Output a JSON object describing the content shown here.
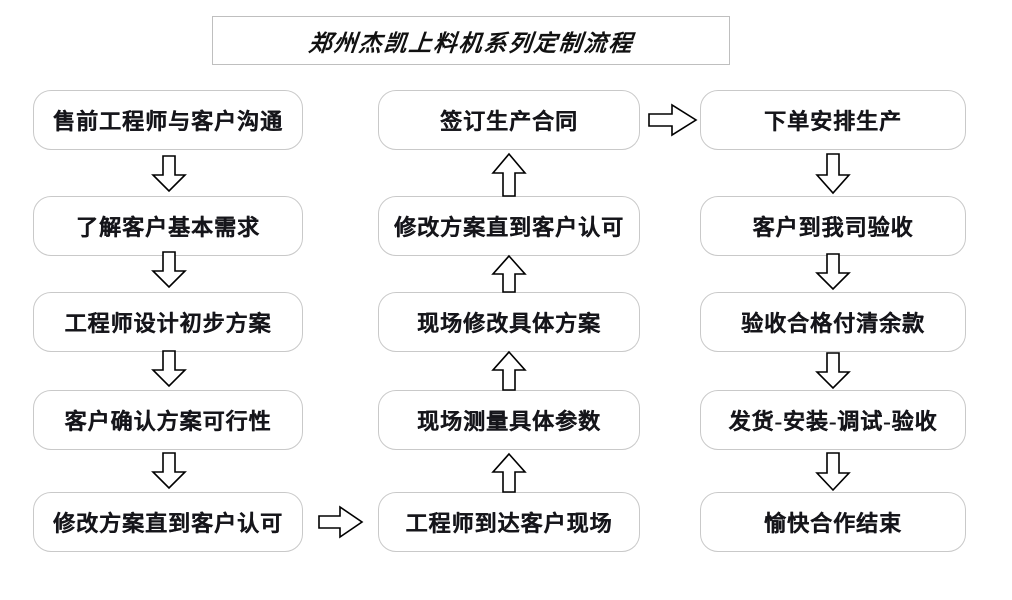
{
  "title": {
    "text": "郑州杰凯上料机系列定制流程"
  },
  "flow": {
    "columns": [
      {
        "name": "pre-sales-column",
        "direction": "top-to-bottom",
        "nodes": [
          {
            "id": "c1n1",
            "label": "售前工程师与客户沟通"
          },
          {
            "id": "c1n2",
            "label": "了解客户基本需求"
          },
          {
            "id": "c1n3",
            "label": "工程师设计初步方案"
          },
          {
            "id": "c1n4",
            "label": "客户确认方案可行性"
          },
          {
            "id": "c1n5",
            "label": "修改方案直到客户认可"
          }
        ]
      },
      {
        "name": "on-site-column",
        "direction": "bottom-to-top",
        "nodes": [
          {
            "id": "c2n1",
            "label": "签订生产合同"
          },
          {
            "id": "c2n2",
            "label": "修改方案直到客户认可"
          },
          {
            "id": "c2n3",
            "label": "现场修改具体方案"
          },
          {
            "id": "c2n4",
            "label": "现场测量具体参数"
          },
          {
            "id": "c2n5",
            "label": "工程师到达客户现场"
          }
        ]
      },
      {
        "name": "production-column",
        "direction": "top-to-bottom",
        "nodes": [
          {
            "id": "c3n1",
            "label": "下单安排生产"
          },
          {
            "id": "c3n2",
            "label": "客户到我司验收"
          },
          {
            "id": "c3n3",
            "label": "验收合格付清余款"
          },
          {
            "id": "c3n4",
            "label": "发货-安装-调试-验收"
          },
          {
            "id": "c3n5",
            "label": "愉快合作结束"
          }
        ]
      }
    ],
    "connectors": [
      {
        "id": "a1",
        "icon": "arrow-down-icon",
        "from": "c1n1",
        "to": "c1n2"
      },
      {
        "id": "a2",
        "icon": "arrow-down-icon",
        "from": "c1n2",
        "to": "c1n3"
      },
      {
        "id": "a3",
        "icon": "arrow-down-icon",
        "from": "c1n3",
        "to": "c1n4"
      },
      {
        "id": "a4",
        "icon": "arrow-down-icon",
        "from": "c1n4",
        "to": "c1n5"
      },
      {
        "id": "a5",
        "icon": "arrow-right-icon",
        "from": "c1n5",
        "to": "c2n5"
      },
      {
        "id": "a6",
        "icon": "arrow-up-icon",
        "from": "c2n5",
        "to": "c2n4"
      },
      {
        "id": "a7",
        "icon": "arrow-up-icon",
        "from": "c2n4",
        "to": "c2n3"
      },
      {
        "id": "a8",
        "icon": "arrow-up-icon",
        "from": "c2n3",
        "to": "c2n2"
      },
      {
        "id": "a9",
        "icon": "arrow-up-icon",
        "from": "c2n2",
        "to": "c2n1"
      },
      {
        "id": "a10",
        "icon": "arrow-right-icon",
        "from": "c2n1",
        "to": "c3n1"
      },
      {
        "id": "a11",
        "icon": "arrow-down-icon",
        "from": "c3n1",
        "to": "c3n2"
      },
      {
        "id": "a12",
        "icon": "arrow-down-icon",
        "from": "c3n2",
        "to": "c3n3"
      },
      {
        "id": "a13",
        "icon": "arrow-down-icon",
        "from": "c3n3",
        "to": "c3n4"
      },
      {
        "id": "a14",
        "icon": "arrow-down-icon",
        "from": "c3n4",
        "to": "c3n5"
      }
    ]
  },
  "colors": {
    "node_border": "#c9c9c9",
    "title_border": "#bfbfbf",
    "text": "#15151a",
    "arrow_stroke": "#000000",
    "background": "#ffffff"
  }
}
